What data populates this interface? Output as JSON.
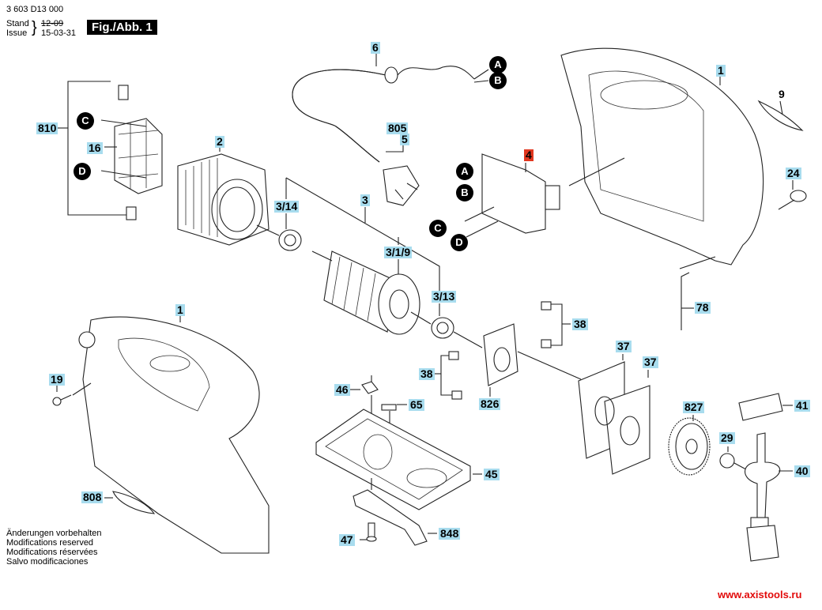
{
  "header": {
    "part_number": "3 603 D13 000",
    "stand_label": "Stand",
    "issue_label": "Issue",
    "old_date": "12-09",
    "new_date": "15-03-31",
    "figure_label": "Fig./Abb. 1"
  },
  "parts": {
    "p810": "810",
    "p16": "16",
    "p2": "2",
    "p6": "6",
    "p805": "805",
    "p5": "5",
    "p4": "4",
    "p1_top": "1",
    "p9": "9",
    "p24": "24",
    "p3": "3",
    "p3_14": "3/14",
    "p3_1_9": "3/1/9",
    "p3_13": "3/13",
    "p78": "78",
    "p38_right": "38",
    "p37_a": "37",
    "p37_b": "37",
    "p1_bottom": "1",
    "p19": "19",
    "p46": "46",
    "p65": "65",
    "p38_left": "38",
    "p826": "826",
    "p827": "827",
    "p41": "41",
    "p29": "29",
    "p40": "40",
    "p45": "45",
    "p808": "808",
    "p47": "47",
    "p848": "848"
  },
  "connectors": {
    "a": "A",
    "b": "B",
    "c": "C",
    "d": "D"
  },
  "highlight_color": "#e2371f",
  "label_color": "#a8dcee",
  "footer": {
    "line1": "Änderungen vorbehalten",
    "line2": "Modifications reserved",
    "line3": "Modifications réservées",
    "line4": "Salvo modificaciones"
  },
  "watermark": "www.axistools.ru"
}
